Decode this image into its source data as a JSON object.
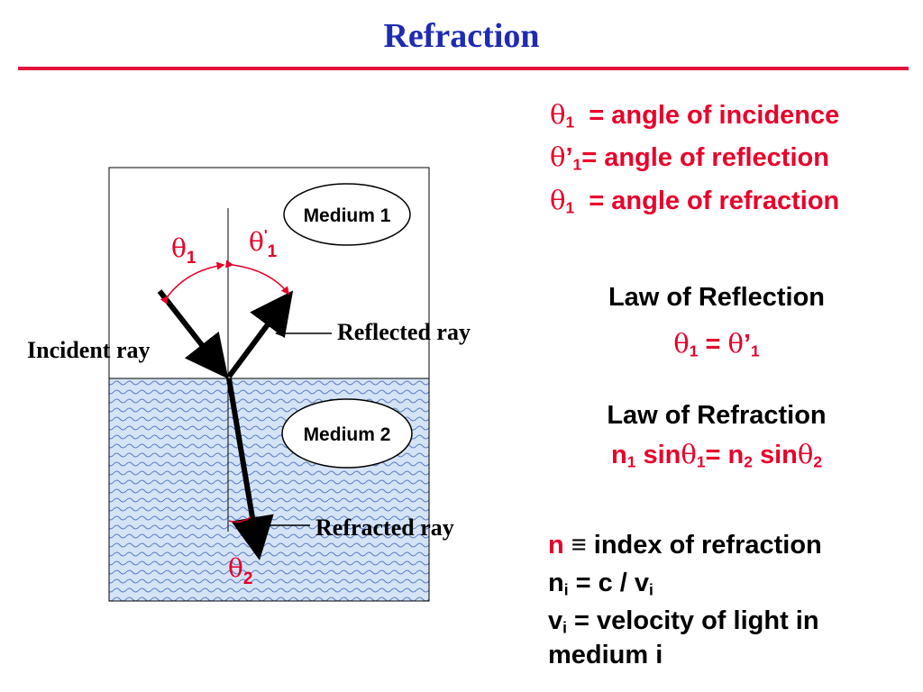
{
  "title": "Refraction",
  "diagram": {
    "medium1": "Medium 1",
    "medium2": "Medium 2",
    "incident_ray": "Incident ray",
    "reflected_ray": "Reflected ray",
    "refracted_ray": "Refracted ray",
    "theta_symbol": "θ",
    "sub_1": "1",
    "sub_2": "2",
    "prime": "'"
  },
  "definitions": [
    {
      "symbol": "θ",
      "sub": "1",
      "prime": "",
      "text": "= angle of incidence"
    },
    {
      "symbol": "θ",
      "sub": "1",
      "prime": "’",
      "text": "= angle of reflection"
    },
    {
      "symbol": "θ",
      "sub": "1",
      "prime": "",
      "text": "= angle of refraction"
    }
  ],
  "law_reflection": {
    "heading": "Law of Reflection",
    "theta": "θ",
    "sub": "1",
    "eq": " = ",
    "prime": "’"
  },
  "law_refraction": {
    "heading": "Law of Refraction",
    "n": "n",
    "sub1": "1",
    "sin": " sin",
    "theta": "θ",
    "eq": "= ",
    "sub2": "2"
  },
  "index_notes": {
    "n": "n",
    "equiv": " ≡ ",
    "index_text": "index of refraction",
    "ni_n": "n",
    "ni_sub": "i",
    "ni_eq": " = c / v",
    "vi_v": "v",
    "vi_sub": "i",
    "vi_eq": " = velocity of light in",
    "medium_i": "medium i"
  },
  "colors": {
    "title": "#1f2bb2",
    "rule": "#e3143a",
    "accent": "#e8002a",
    "water": "#c8daf4",
    "wave": "#5b7fc8"
  }
}
